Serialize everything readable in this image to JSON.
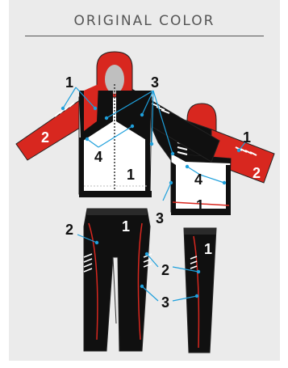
{
  "header": {
    "title": "ORIGINAL COLOR"
  },
  "colors": {
    "red": "#d8271f",
    "black": "#101010",
    "white": "#ffffff",
    "callout": "#1ea0dc",
    "panel": "#ebebeb"
  },
  "callouts": {
    "jacket_front": {
      "shoulder": "1",
      "sleeve": "2",
      "zip_trim": "3",
      "chest": "4",
      "body": "1"
    },
    "jacket_back": {
      "sleeve_top": "1",
      "sleeve": "2",
      "yoke": "4",
      "side": "3",
      "body": "1"
    },
    "pants_front": {
      "pocket": "2",
      "leg": "1",
      "piping": "3"
    },
    "pants_side": {
      "leg": "1",
      "stripe": "2",
      "piping": "3"
    }
  }
}
